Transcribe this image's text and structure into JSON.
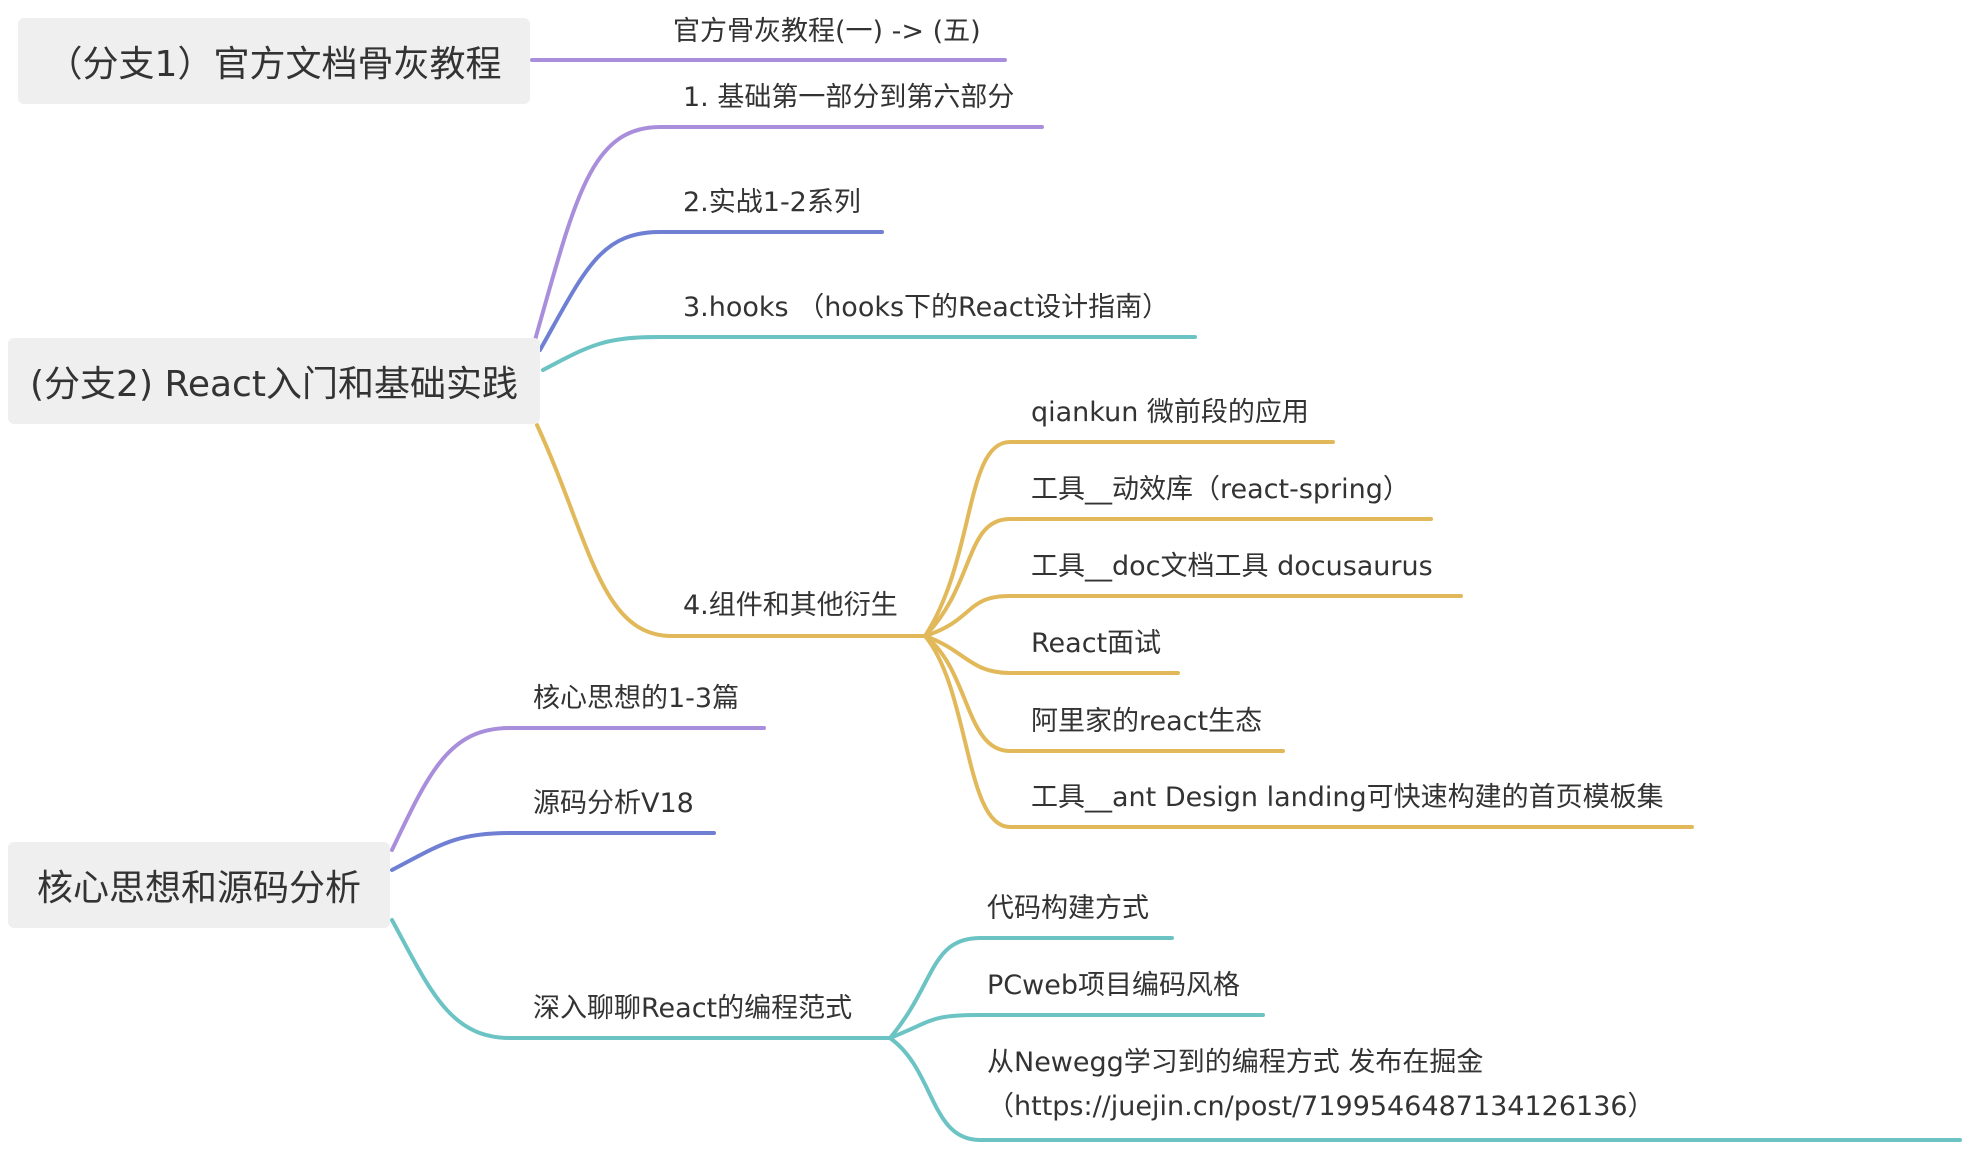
{
  "colors": {
    "purple": "#a98fdb",
    "blue": "#6f7fd3",
    "teal": "#6cc3c4",
    "gold": "#e2b95a",
    "box_bg": "#efefef",
    "text": "#333333"
  },
  "branches": {
    "b1": {
      "label": "（分支1）官方文档骨灰教程"
    },
    "b2": {
      "label": "(分支2) React入门和基础实践"
    },
    "b3": {
      "label": "核心思想和源码分析"
    }
  },
  "topics": {
    "b1_t1": "官方骨灰教程(一) -> (五)",
    "b2_t1": "1. 基础第一部分到第六部分",
    "b2_t2": "2.实战1-2系列",
    "b2_t3": "3.hooks （hooks下的React设计指南）",
    "b2_t4": "4.组件和其他衍生",
    "b2_t4_s1": "qiankun 微前段的应用",
    "b2_t4_s2": "工具__动效库（react-spring）",
    "b2_t4_s3": "工具__doc文档工具 docusaurus",
    "b2_t4_s4": "React面试",
    "b2_t4_s5": "阿里家的react生态",
    "b2_t4_s6": "工具__ant Design landing可快速构建的首页模板集",
    "b3_t1": "核心思想的1-3篇",
    "b3_t2": "源码分析V18",
    "b3_t3": "深入聊聊React的编程范式",
    "b3_t3_s1": "代码构建方式",
    "b3_t3_s2": "PCweb项目编码风格",
    "b3_t3_s3_line1": "从Newegg学习到的编程方式 发布在掘金",
    "b3_t3_s3_line2": "（https://juejin.cn/post/7199546487134126136）"
  }
}
